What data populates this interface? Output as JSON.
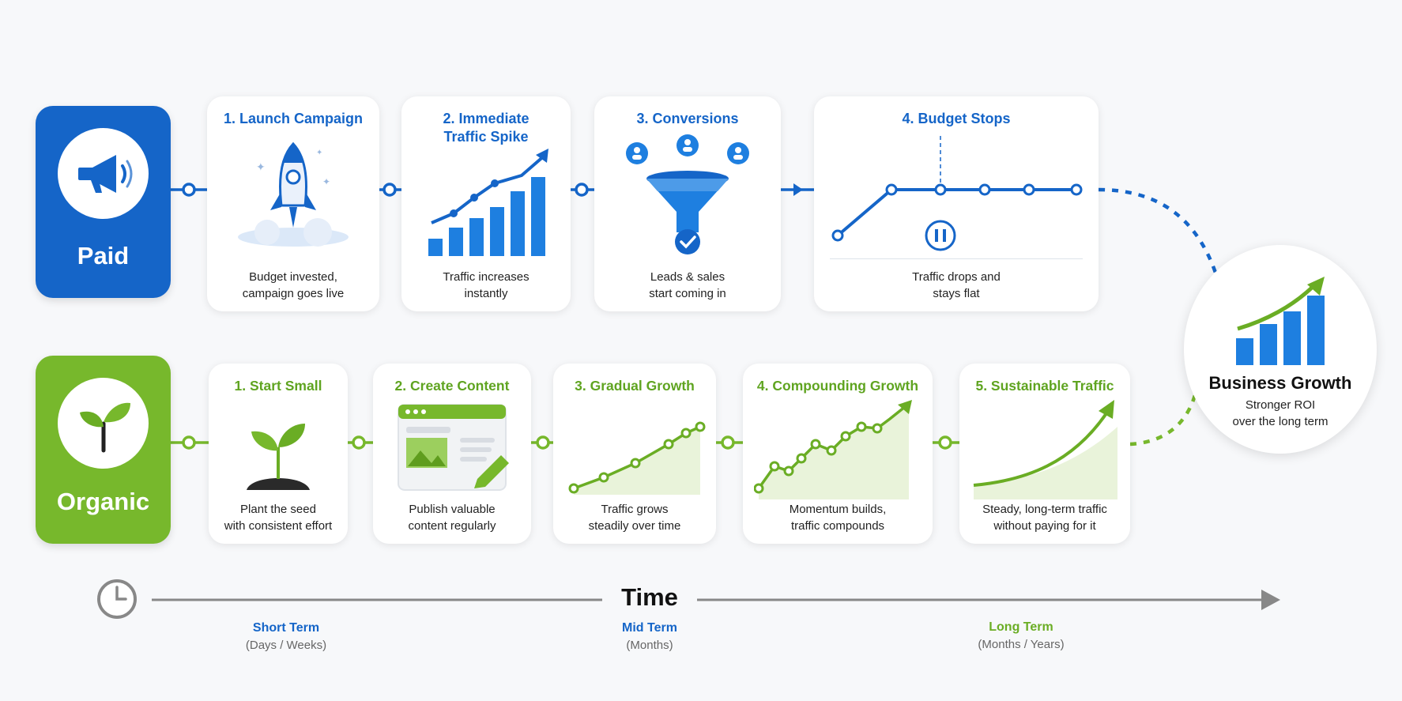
{
  "colors": {
    "paid": "#1565c8",
    "organic": "#77b82c",
    "timeline": "#888888",
    "business_growth_bars": "#1e7fe0",
    "business_growth_arrow": "#6aad24"
  },
  "paid": {
    "label": "Paid",
    "icon": "megaphone-icon",
    "steps": [
      {
        "title": "1. Launch Campaign",
        "icon": "rocket-icon",
        "desc": [
          "Budget invested,",
          "campaign goes live"
        ]
      },
      {
        "title": "2. Immediate\nTraffic Spike",
        "icon": "rising-bar-chart-icon",
        "desc": [
          "Traffic increases",
          "instantly"
        ]
      },
      {
        "title": "3. Conversions",
        "icon": "funnel-icon",
        "desc": [
          "Leads & sales",
          "start coming in"
        ]
      },
      {
        "title": "4. Budget Stops",
        "icon": "flat-line-chart-pause-icon",
        "desc": [
          "Traffic drops and",
          "stays flat"
        ]
      }
    ]
  },
  "organic": {
    "label": "Organic",
    "icon": "sprout-icon",
    "steps": [
      {
        "title": "1. Start Small",
        "icon": "seedling-icon",
        "desc": [
          "Plant the seed",
          "with consistent effort"
        ]
      },
      {
        "title": "2. Create Content",
        "icon": "content-editor-icon",
        "desc": [
          "Publish valuable",
          "content regularly"
        ]
      },
      {
        "title": "3. Gradual Growth",
        "icon": "gradual-line-chart-icon",
        "desc": [
          "Traffic grows",
          "steadily over time"
        ]
      },
      {
        "title": "4. Compounding Growth",
        "icon": "compounding-line-chart-icon",
        "desc": [
          "Momentum builds,",
          "traffic compounds"
        ]
      },
      {
        "title": "5. Sustainable Traffic",
        "icon": "upward-curve-chart-icon",
        "desc": [
          "Steady, long-term traffic",
          "without paying for it"
        ]
      }
    ]
  },
  "outcome": {
    "title": "Business Growth",
    "icon": "growth-chart-icon",
    "sub": [
      "Stronger ROI",
      "over the long term"
    ]
  },
  "timeline": {
    "label": "Time",
    "icon": "clock-icon",
    "terms": [
      {
        "name": "Short Term",
        "range": "(Days / Weeks)",
        "color": "#1565c8"
      },
      {
        "name": "Mid Term",
        "range": "(Months)",
        "color": "#1565c8"
      },
      {
        "name": "Long Term",
        "range": "(Months / Years)",
        "color": "#6aad24"
      }
    ]
  }
}
